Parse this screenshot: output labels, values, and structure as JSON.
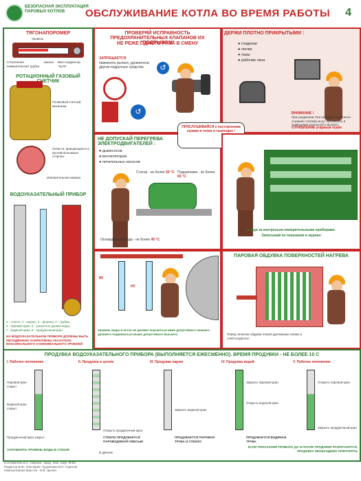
{
  "header": {
    "series_line1": "БЕЗОПАСНАЯ ЭКСПЛУАТАЦИЯ",
    "series_line2": "ПАРОВЫХ КОТЛОВ",
    "title": "ОБСЛУЖИВАНИЕ КОТЛА ВО ВРЕМЯ РАБОТЫ",
    "page_number": "4"
  },
  "left_column": {
    "tagonapomer_title": "ТЯГОНАПОРОМЕР",
    "tagonapomer_labels": [
      "Уровень",
      "Стеклянная измерительная трубка",
      "Шкала",
      "Винт-корректор \"нуля\""
    ],
    "rotary_title": "РОТАЦИОННЫЙ ГАЗОВЫЙ СЧЕТЧИК",
    "rotary_labels": [
      "Роликовый счетный механизм",
      "Лопасти, вращающиеся в противоположные стороны",
      "Измерительная камера"
    ],
    "gauge_title": "ВОДОУКАЗАТЕЛЬНЫЙ ПРИБОР",
    "legend_line1": "1 - стекло; 2 - корпус; 3 - фланец; 4 - трубка;",
    "legend_line2": "5 - паровой кран; 6 - указатель уровня воды;",
    "legend_line3": "7 - водяной кран; 8 - продувочный кран",
    "warning": "НА ВОДОУКАЗАТЕЛЬНОМ ПРИБОРЕ ДОЛЖНЫ БЫТЬ НЕПОДВИЖНО ЗАКРЕПЛЕНЫ УКАЗАТЕЛИ МАКСИМАЛЬНОГО И МИНИМАЛЬНОГО УРОВНЕЙ"
  },
  "valves_panel": {
    "title": "ПРОВЕРЯЙ ИСПРАВНОСТЬ ПРЕДОХРАНИТЕЛЬНЫХ КЛАПАНОВ ИХ \"ПОДРЫВОМ\"",
    "subtitle": "НЕ РЕЖЕ ОДНОГО РАЗА В СМЕНУ",
    "forbidden_label": "ЗАПРЕЩАЕТСЯ",
    "forbidden_text": "применять рычаги, удлинители, другие подручные средства"
  },
  "tight_panel": {
    "title": "ДЕРЖИ ПЛОТНО ПРИКРЫТЫМИ :",
    "items": [
      "гляделки",
      "лючки",
      "лазы",
      "рабочие окна"
    ],
    "attention_label": "ВНИМАНИЕ !",
    "attention_text": "При ухудшении тяги продукты неполного сгорания топлива могут проникнуть в помещение котельной и вызвать",
    "poisoning": "ОТРАВЛЕНИЕ угарным газом"
  },
  "overheat_panel": {
    "title": "НЕ ДОПУСКАЙ ПЕРЕГРЕВА ЭЛЕКТРОДВИГАТЕЛЕЙ :",
    "items": [
      "дымососов",
      "вентиляторов",
      "питательных насосов"
    ],
    "listen_bubble": "ПРИСЛУШИВАЙСЯ к посторонним шумам в топке и газоходах !",
    "stator_label": "Статор - не более",
    "stator_value": "50 °С",
    "bearings_label": "Подшипники - не более",
    "bearings_value": "60 °С",
    "cooling_label": "Охлаждающая вода - не более",
    "cooling_value": "45 °С"
  },
  "instruments_panel": {
    "caption1": "Следи за контрольно-измерительными приборами.",
    "caption2": "Записывай их показания в журнал"
  },
  "water_level_panel": {
    "caption": "Уровень воды в котле не должен опускаться ниже допустимого низшего уровня и подниматься выше допустимого высшего",
    "label_vu": "ВУ",
    "label_nu": "НУ"
  },
  "surface_panel": {
    "title": "ПАРОВАЯ ОБДУВКА ПОВЕРХНОСТЕЙ НАГРЕВА",
    "caption": "Перед началом обдувки открой дренажную линию и слей конденсат"
  },
  "purge_panel": {
    "title": "ПРОДУВКА ВОДОУКАЗАТЕЛЬНОГО ПРИБОРА (ВЫПОЛНЯЕТСЯ ЕЖЕСМЕННО). ВРЕМЯ ПРОДУВКИ - НЕ БОЛЕЕ 10 с",
    "steps": [
      {
        "num": "I.",
        "name": "Рабочее положение",
        "l1": "Паровой кран открыт",
        "l2": "Водяной кран открыт",
        "l3": "Продувочный кран закрыт",
        "bottom": "ЗАПОМНИТЬ УРОВЕНЬ ВОДЫ В СТЕКЛЕ"
      },
      {
        "num": "II.",
        "name": "Продувка в целом",
        "l1": "Открыть продувочный кран",
        "l2": "СТЕКЛО ПРОДУВАЕТСЯ ПАРОВОДЯНОЙ СМЕСЬЮ",
        "l3": "",
        "bottom": "В дренаж"
      },
      {
        "num": "III.",
        "name": "Продувка паром",
        "l1": "Закрыть водяной кран",
        "l2": "ПРОДУВАЕТСЯ ПАРОВАЯ ТРУБА И СТЕКЛО",
        "l3": "",
        "bottom": ""
      },
      {
        "num": "IV.",
        "name": "Продувка водой",
        "l1": "Открыть водяной кран",
        "l2": "Закрыть паровой кран",
        "l3": "ПРОДУВАЕТСЯ ВОДЯНАЯ ТРУБА",
        "bottom": ""
      },
      {
        "num": "V.",
        "name": "Рабочее положение",
        "l1": "Открыть паровой кран",
        "l2": "Закрыть продувочный кран",
        "l3": "",
        "bottom": "ЕСЛИ ПОКАЗАНИЯ ПРИБОРА ДО И ПОСЛЕ ПРОДУВКИ РАЗЛИЧАЮТСЯ, ПРОДУВКУ НЕОБХОДИМО ПОВТОРИТЬ"
      }
    ]
  },
  "footer": {
    "line1": "Составитель Б.А. Смолин - канд. техн. наук, МЭИ",
    "line2": "Редактор В.Ю. Ключарев. Художники В.П. Горелов",
    "line3": "Компьютерная верстка - В.В. Цыпин"
  },
  "colors": {
    "accent": "#c62828",
    "green": "#2e7d32",
    "pipe_red": "#c0392b",
    "worker": "#7a4632",
    "helmet": "#f39c12"
  }
}
